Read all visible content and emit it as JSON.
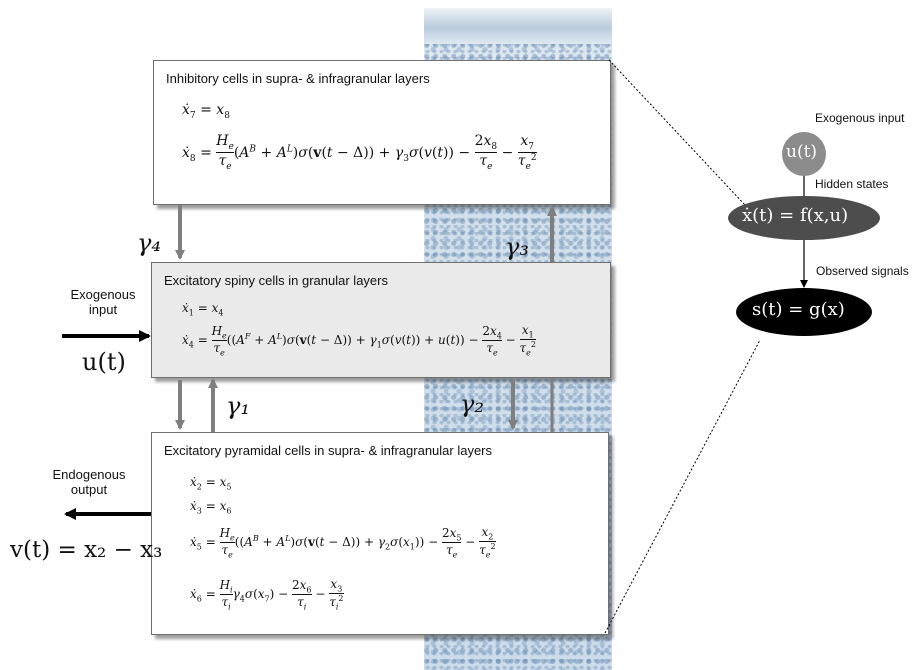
{
  "boxes": {
    "inhibitory": {
      "title": "Inhibitory cells in supra- & infragranular layers",
      "eqs": [
        "ẋ₇ = x₈",
        "ẋ₈ = (Hₑ/τₑ)(Aᴮ + Aᴸ)σ(v(t − Δ)) + γ₃σ(v(t)) − 2x₈/τₑ − x₇/τₑ²"
      ]
    },
    "spiny": {
      "title": "Excitatory spiny cells in granular layers",
      "eqs": [
        "ẋ₁ = x₄",
        "ẋ₄ = (Hₑ/τₑ)((Aᶠ + Aᴸ)σ(v(t − Δ)) + γ₁σ(v(t)) + u(t)) − 2x₄/τₑ − x₁/τₑ²"
      ]
    },
    "pyramidal": {
      "title": "Excitatory pyramidal cells in supra- & infragranular layers",
      "eqs": [
        "ẋ₂ = x₅",
        "ẋ₃ = x₆",
        "ẋ₅ = (Hₑ/τₑ)((Aᴮ + Aᴸ)σ(v(t − Δ)) + γ₂σ(x₁)) − 2x₅/τₑ − x₂/τₑ²",
        "ẋ₆ = (Hᵢ/τᵢ)γ₄σ(x₇) − 2x₆/τᵢ − x₃/τᵢ²"
      ]
    }
  },
  "connections": {
    "gamma1": "γ₁",
    "gamma2": "γ₂",
    "gamma3": "γ₃",
    "gamma4": "γ₄"
  },
  "left": {
    "input_label_1": "Exogenous",
    "input_label_2": "input",
    "input_symbol": "u(t)",
    "output_label_1": "Endogenous",
    "output_label_2": "output",
    "output_equation": "v(t) = x₂ − x₃"
  },
  "right": {
    "input_label": "Exogenous input",
    "input_node": "u(t)",
    "hidden_label": "Hidden states",
    "hidden_node": "ẋ(t) = f(x,u)",
    "observed_label": "Observed signals",
    "observed_node": "s(t) = g(x)"
  },
  "colors": {
    "arrow_gray": "#7f7f7f",
    "node_input": "#8c8c8c",
    "node_hidden": "#4d4d4d",
    "node_observed": "#000000"
  }
}
